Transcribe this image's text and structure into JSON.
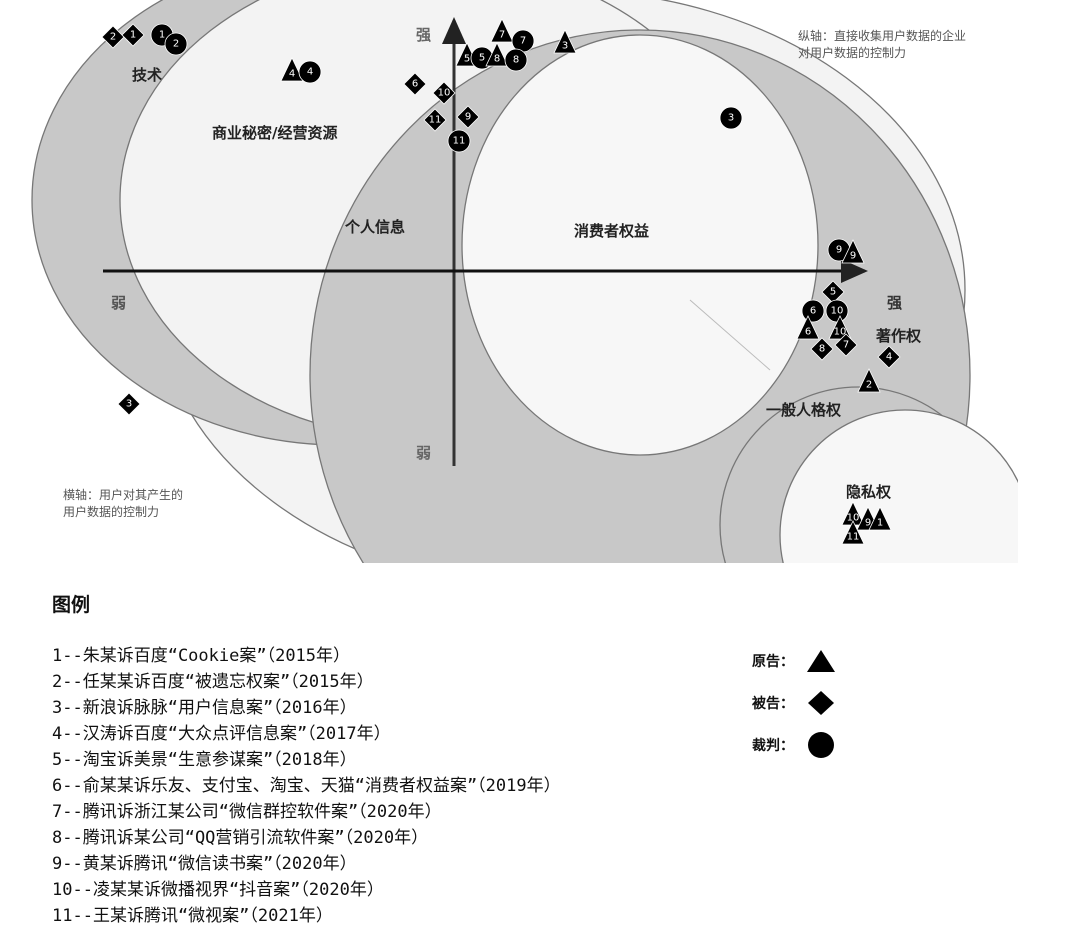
{
  "diagram": {
    "regions": {
      "tech": "技术",
      "trade_secret": "商业秘密/经营资源",
      "personal_info": "个人信息",
      "consumer_rights": "消费者权益",
      "copyright": "著作权",
      "personality_rights": "一般人格权",
      "privacy": "隐私权"
    },
    "axes": {
      "v_strong": "强",
      "v_weak": "弱",
      "h_strong": "强",
      "h_weak": "弱",
      "v_note_line1": "纵轴：直接收集用户数据的企业",
      "v_note_line2": "对用户数据的控制力",
      "h_note_line1": "横轴：用户对其产生的",
      "h_note_line2": "用户数据的控制力"
    },
    "markers": [
      {
        "type": "defendant",
        "case": "2"
      },
      {
        "type": "defendant",
        "case": "1"
      },
      {
        "type": "judgment",
        "case": "1"
      },
      {
        "type": "judgment",
        "case": "2"
      },
      {
        "type": "plaintiff",
        "case": "4"
      },
      {
        "type": "judgment",
        "case": "4"
      },
      {
        "type": "plaintiff",
        "case": "5"
      },
      {
        "type": "judgment",
        "case": "5"
      },
      {
        "type": "plaintiff",
        "case": "7"
      },
      {
        "type": "judgment",
        "case": "7"
      },
      {
        "type": "plaintiff",
        "case": "8"
      },
      {
        "type": "judgment",
        "case": "8"
      },
      {
        "type": "plaintiff",
        "case": "3"
      },
      {
        "type": "defendant",
        "case": "6"
      },
      {
        "type": "defendant",
        "case": "10"
      },
      {
        "type": "defendant",
        "case": "11"
      },
      {
        "type": "defendant",
        "case": "9"
      },
      {
        "type": "judgment",
        "case": "11"
      },
      {
        "type": "judgment",
        "case": "3"
      },
      {
        "type": "judgment",
        "case": "9"
      },
      {
        "type": "plaintiff",
        "case": "9"
      },
      {
        "type": "defendant",
        "case": "5"
      },
      {
        "type": "judgment",
        "case": "6"
      },
      {
        "type": "judgment",
        "case": "10"
      },
      {
        "type": "plaintiff",
        "case": "6"
      },
      {
        "type": "plaintiff",
        "case": "10"
      },
      {
        "type": "defendant",
        "case": "8"
      },
      {
        "type": "defendant",
        "case": "7"
      },
      {
        "type": "defendant",
        "case": "4"
      },
      {
        "type": "plaintiff",
        "case": "2"
      },
      {
        "type": "defendant",
        "case": "3"
      },
      {
        "type": "plaintiff",
        "case": "10"
      },
      {
        "type": "plaintiff",
        "case": "9"
      },
      {
        "type": "plaintiff",
        "case": "1"
      },
      {
        "type": "plaintiff",
        "case": "11"
      }
    ]
  },
  "legend": {
    "title": "图例",
    "cases": [
      "1--朱某诉百度“Cookie案”（2015年）",
      "2--任某某诉百度“被遗忘权案”（2015年）",
      "3--新浪诉脉脉“用户信息案”（2016年）",
      "4--汉涛诉百度“大众点评信息案”（2017年）",
      "5--淘宝诉美景“生意参谋案”（2018年）",
      "6--俞某某诉乐友、支付宝、淘宝、天猫“消费者权益案”（2019年）",
      "7--腾讯诉浙江某公司“微信群控软件案”（2020年）",
      "8--腾讯诉某公司“QQ营销引流软件案”（2020年）",
      "9--黄某诉腾讯“微信读书案”（2020年）",
      "10--凌某某诉微播视界“抖音案”（2020年）",
      "11--王某诉腾讯“微视案”（2021年）"
    ],
    "symbols": {
      "plaintiff": "原告：",
      "defendant": "被告：",
      "judgment": "裁判："
    }
  }
}
